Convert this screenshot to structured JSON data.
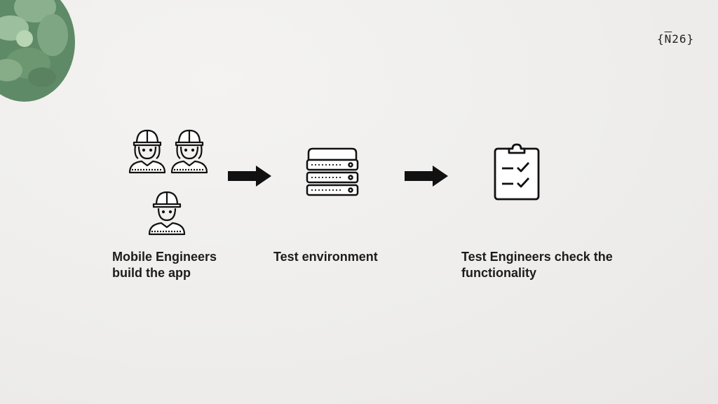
{
  "brand": {
    "logo_prefix": "{",
    "logo_letter": "N",
    "logo_suffix": "26}"
  },
  "steps": [
    {
      "icon": "engineers-group-icon",
      "label_line1": "Mobile Engineers",
      "label_line2": "build the app"
    },
    {
      "icon": "server-icon",
      "label_line1": "Test environment",
      "label_line2": ""
    },
    {
      "icon": "clipboard-checklist-icon",
      "label_line1": "Test Engineers check the",
      "label_line2": "functionality"
    }
  ],
  "connectors": [
    "arrow-right-icon",
    "arrow-right-icon"
  ],
  "colors": {
    "background": "#efeeec",
    "ink": "#1c1c1c",
    "plant": "#6f9a72"
  }
}
